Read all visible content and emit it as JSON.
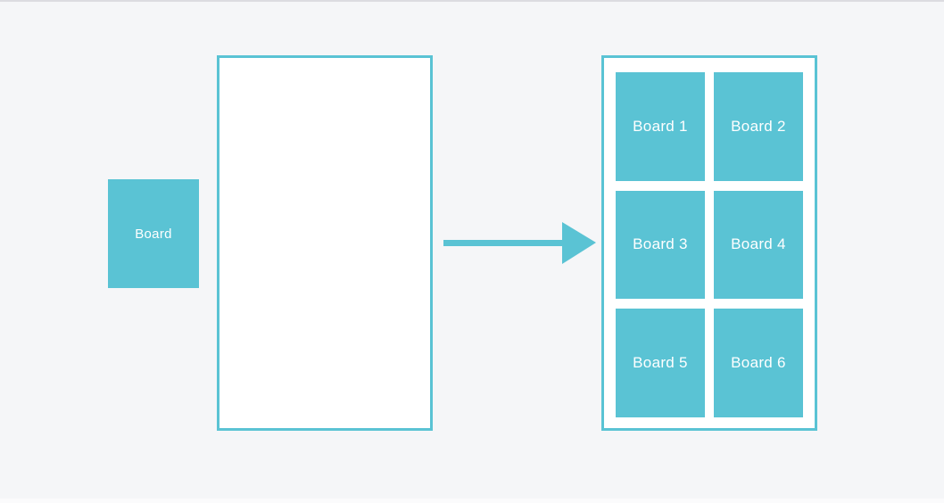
{
  "colors": {
    "teal": "#5ac3d4",
    "background": "#f5f6f8",
    "panel_background": "#ffffff",
    "label_text": "#ffffff"
  },
  "icons": {
    "arrow": "right-arrow"
  },
  "diagram": {
    "source_board": {
      "label": "Board"
    },
    "board_grid": {
      "items": [
        {
          "label": "Board 1"
        },
        {
          "label": "Board 2"
        },
        {
          "label": "Board 3"
        },
        {
          "label": "Board 4"
        },
        {
          "label": "Board 5"
        },
        {
          "label": "Board 6"
        }
      ]
    }
  }
}
